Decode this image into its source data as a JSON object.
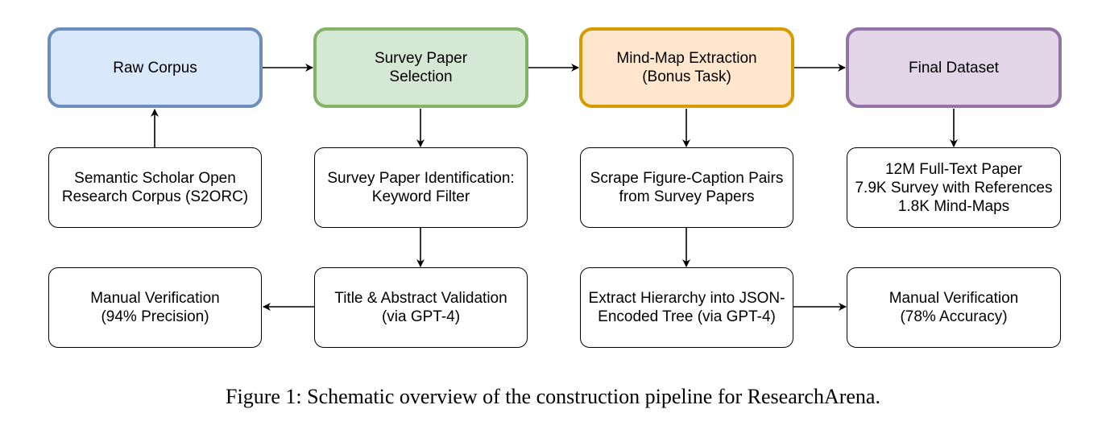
{
  "stages": {
    "raw_corpus": {
      "lines": [
        "Raw Corpus"
      ],
      "fill": "#dae8fc",
      "stroke": "#6c8ebf"
    },
    "survey_selection": {
      "lines": [
        "Survey Paper",
        "Selection"
      ],
      "fill": "#d5e8d4",
      "stroke": "#82b366"
    },
    "mindmap_extraction": {
      "lines": [
        "Mind-Map Extraction",
        "(Bonus Task)"
      ],
      "fill": "#ffe6cc",
      "stroke": "#d79b00"
    },
    "final_dataset": {
      "lines": [
        "Final Dataset"
      ],
      "fill": "#e1d5e7",
      "stroke": "#9673a6"
    }
  },
  "steps": {
    "s2orc": {
      "lines": [
        "Semantic Scholar Open",
        "Research Corpus (S2ORC)"
      ]
    },
    "keyword_filter": {
      "lines": [
        "Survey Paper Identification:",
        "Keyword Filter"
      ]
    },
    "scrape_pairs": {
      "lines": [
        "Scrape Figure-Caption Pairs",
        "from Survey Papers"
      ]
    },
    "dataset_stats": {
      "lines": [
        "12M Full-Text Paper",
        "7.9K Survey with References",
        "1.8K Mind-Maps"
      ]
    },
    "manual_verification_precision": {
      "lines": [
        "Manual Verification",
        "(94% Precision)"
      ]
    },
    "gpt4_validation": {
      "lines": [
        "Title & Abstract Validation",
        "(via GPT-4)"
      ]
    },
    "extract_hierarchy": {
      "lines": [
        "Extract Hierarchy into JSON-",
        "Encoded Tree (via GPT-4)"
      ]
    },
    "manual_verification_accuracy": {
      "lines": [
        "Manual Verification",
        "(78% Accuracy)"
      ]
    }
  },
  "caption": "Figure 1: Schematic overview of the construction pipeline for ResearchArena."
}
